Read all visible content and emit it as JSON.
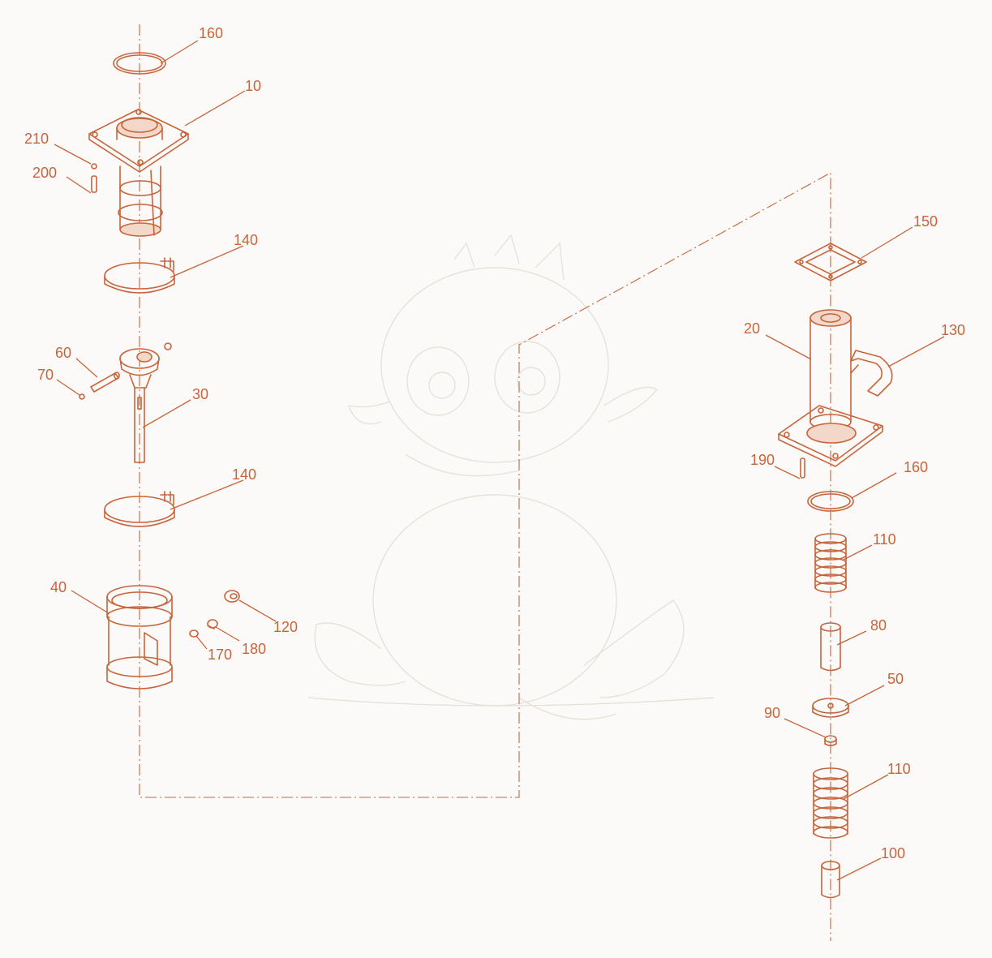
{
  "diagram": {
    "accent_color": "#c8643a",
    "background_color": "#fbfaf8",
    "watermark_color": "#e7e1da",
    "parts": [
      {
        "key": "p160a",
        "number": "160"
      },
      {
        "key": "p10",
        "number": "10"
      },
      {
        "key": "p210",
        "number": "210"
      },
      {
        "key": "p200",
        "number": "200"
      },
      {
        "key": "p140a",
        "number": "140"
      },
      {
        "key": "p60",
        "number": "60"
      },
      {
        "key": "p70",
        "number": "70"
      },
      {
        "key": "p30",
        "number": "30"
      },
      {
        "key": "p140b",
        "number": "140"
      },
      {
        "key": "p40",
        "number": "40"
      },
      {
        "key": "p120",
        "number": "120"
      },
      {
        "key": "p180",
        "number": "180"
      },
      {
        "key": "p170",
        "number": "170"
      },
      {
        "key": "p150",
        "number": "150"
      },
      {
        "key": "p20",
        "number": "20"
      },
      {
        "key": "p130",
        "number": "130"
      },
      {
        "key": "p190",
        "number": "190"
      },
      {
        "key": "p160b",
        "number": "160"
      },
      {
        "key": "p110a",
        "number": "110"
      },
      {
        "key": "p80",
        "number": "80"
      },
      {
        "key": "p50",
        "number": "50"
      },
      {
        "key": "p90",
        "number": "90"
      },
      {
        "key": "p110b",
        "number": "110"
      },
      {
        "key": "p100",
        "number": "100"
      }
    ]
  }
}
